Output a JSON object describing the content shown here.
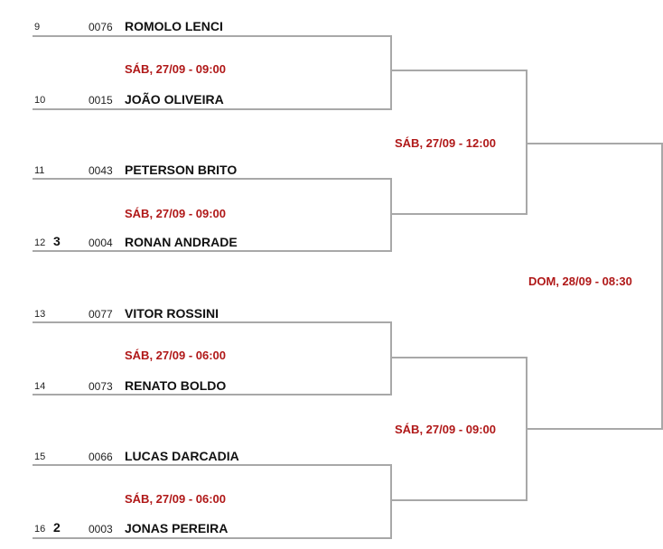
{
  "players": [
    {
      "seed": "9",
      "mark": "",
      "code": "0076",
      "name": "ROMOLO LENCI"
    },
    {
      "seed": "10",
      "mark": "",
      "code": "0015",
      "name": "JOÃO OLIVEIRA"
    },
    {
      "seed": "11",
      "mark": "",
      "code": "0043",
      "name": "PETERSON BRITO"
    },
    {
      "seed": "12",
      "mark": "3",
      "code": "0004",
      "name": "RONAN ANDRADE"
    },
    {
      "seed": "13",
      "mark": "",
      "code": "0077",
      "name": "VITOR ROSSINI"
    },
    {
      "seed": "14",
      "mark": "",
      "code": "0073",
      "name": "RENATO BOLDO"
    },
    {
      "seed": "15",
      "mark": "",
      "code": "0066",
      "name": "LUCAS DARCADIA"
    },
    {
      "seed": "16",
      "mark": "2",
      "code": "0003",
      "name": "JONAS PEREIRA"
    }
  ],
  "round1": [
    {
      "time": "SÁB, 27/09 - 09:00"
    },
    {
      "time": "SÁB, 27/09 - 09:00"
    },
    {
      "time": "SÁB, 27/09 - 06:00"
    },
    {
      "time": "SÁB, 27/09 - 06:00"
    }
  ],
  "round2": [
    {
      "time": "SÁB, 27/09 - 12:00"
    },
    {
      "time": "SÁB, 27/09 - 09:00"
    }
  ],
  "final": {
    "time": "DOM, 28/09 - 08:30"
  },
  "colors": {
    "line": "#a8a8a8",
    "time_text": "#b01818",
    "text": "#111111"
  }
}
